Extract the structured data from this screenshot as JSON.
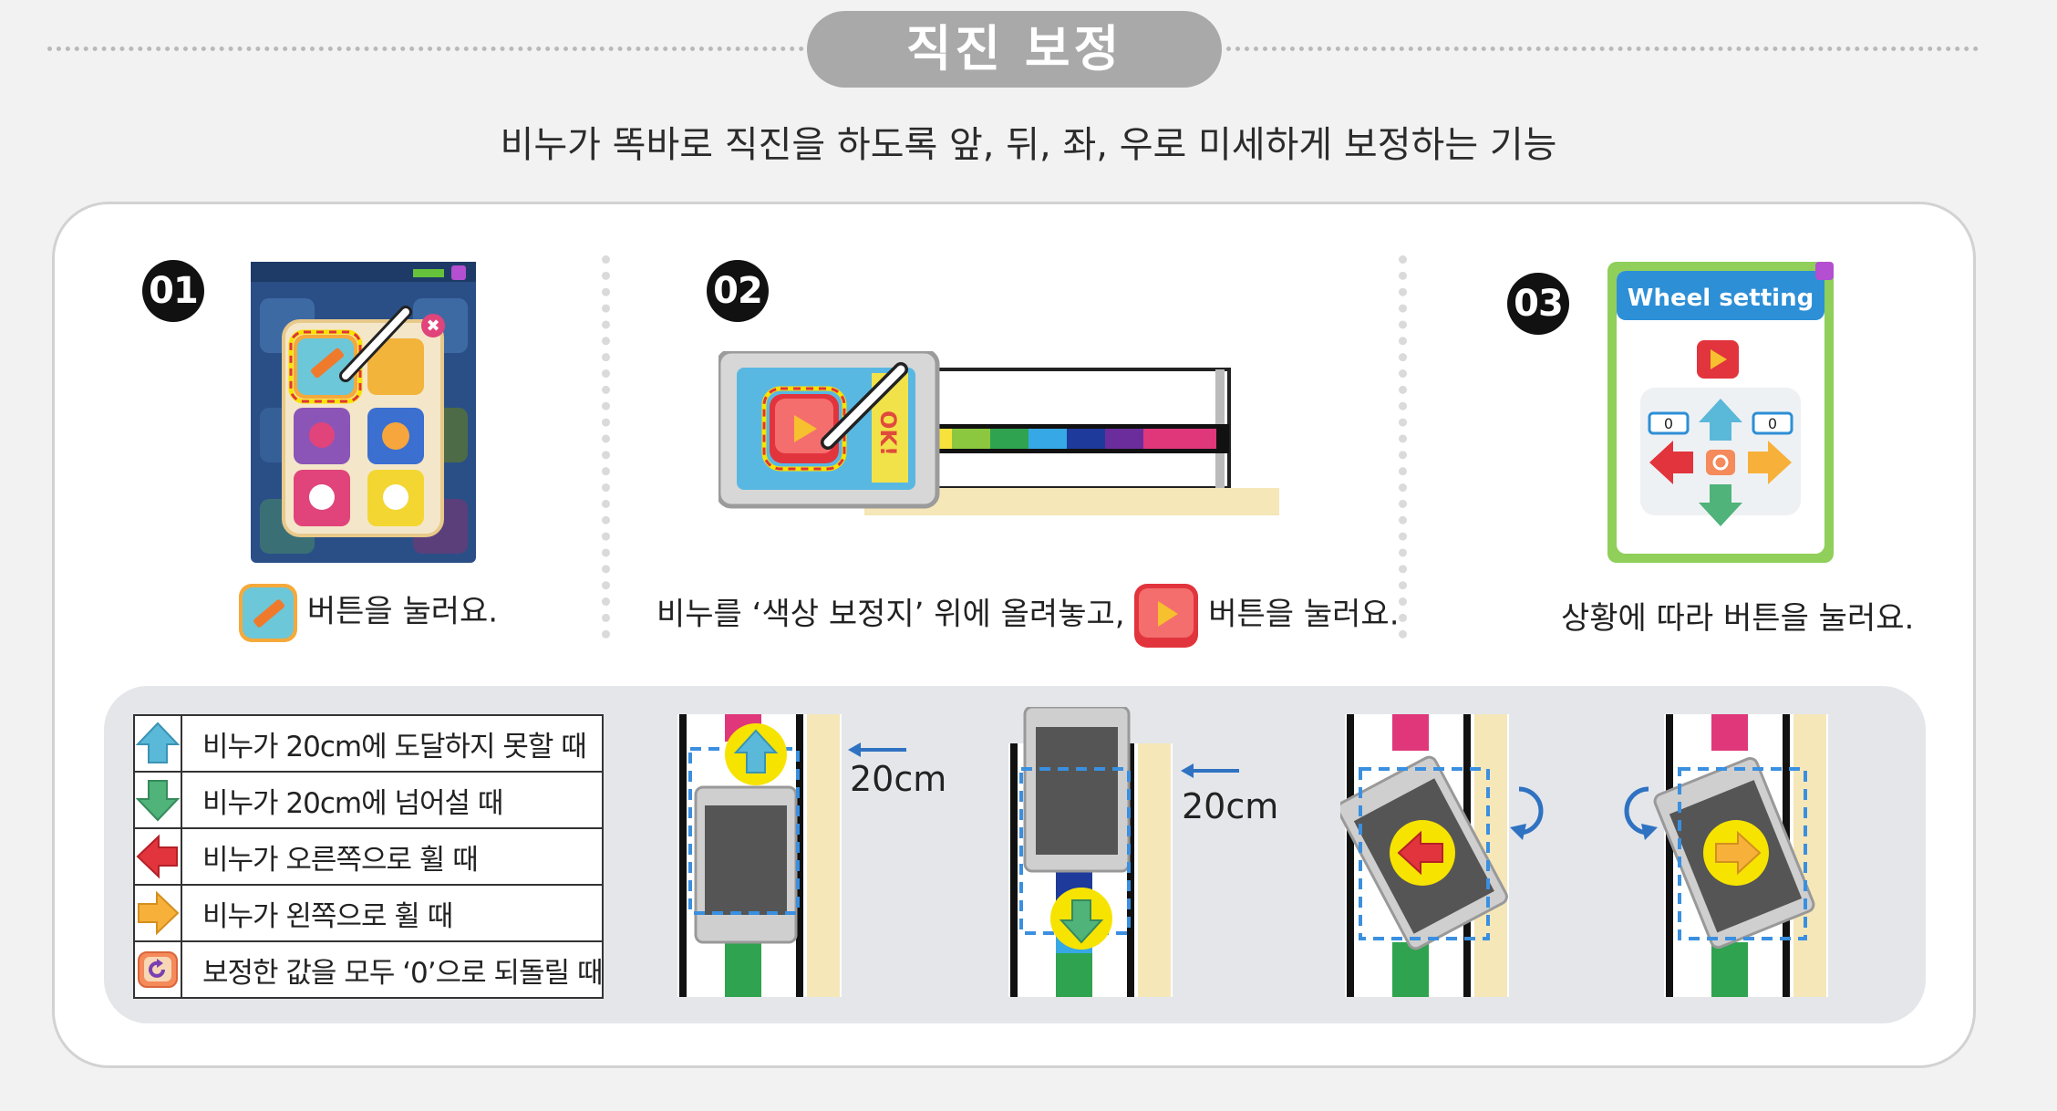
{
  "header": {
    "title": "직진 보정",
    "subtitle": "비누가 똑바로 직진을 하도록 앞, 뒤, 좌, 우로 미세하게 보정하는 기능"
  },
  "steps": [
    {
      "number": "01",
      "caption_suffix": "버튼을 눌러요."
    },
    {
      "number": "02",
      "caption_prefix": "비누를 ‘색상 보정지’ 위에 올려놓고,",
      "caption_suffix": "버튼을 눌러요.",
      "sheet_text": "OK!"
    },
    {
      "number": "03",
      "caption": "상황에 따라 버튼을 눌러요.",
      "card_title": "Wheel setting",
      "left_value": "0",
      "right_value": "0"
    }
  ],
  "legend": [
    {
      "icon": "up-arrow-icon",
      "color": "#5ab8d8",
      "text": "비누가 20cm에 도달하지 못할 때"
    },
    {
      "icon": "down-arrow-icon",
      "color": "#4fb37a",
      "text": "비누가 20cm에 넘어설 때"
    },
    {
      "icon": "left-arrow-icon",
      "color": "#e2343d",
      "text": "비누가 오른쪽으로 휠 때"
    },
    {
      "icon": "right-arrow-icon",
      "color": "#f7b13a",
      "text": "비누가 왼쪽으로 휠 때"
    },
    {
      "icon": "reset-icon",
      "color": "#f58a5a",
      "text": "보정한 값을 모두 ‘0’으로 되돌릴 때"
    }
  ],
  "scenarios": [
    {
      "distance_label": "20cm"
    },
    {
      "distance_label": "20cm"
    }
  ],
  "colors": {
    "background": "#f2f2f2",
    "pill": "#a9a9a9",
    "highlight_yellow": "#f7e300",
    "dashed_blue": "#3a8fe0",
    "card_green": "#8fcf5a",
    "card_blue": "#2d8fd6"
  }
}
